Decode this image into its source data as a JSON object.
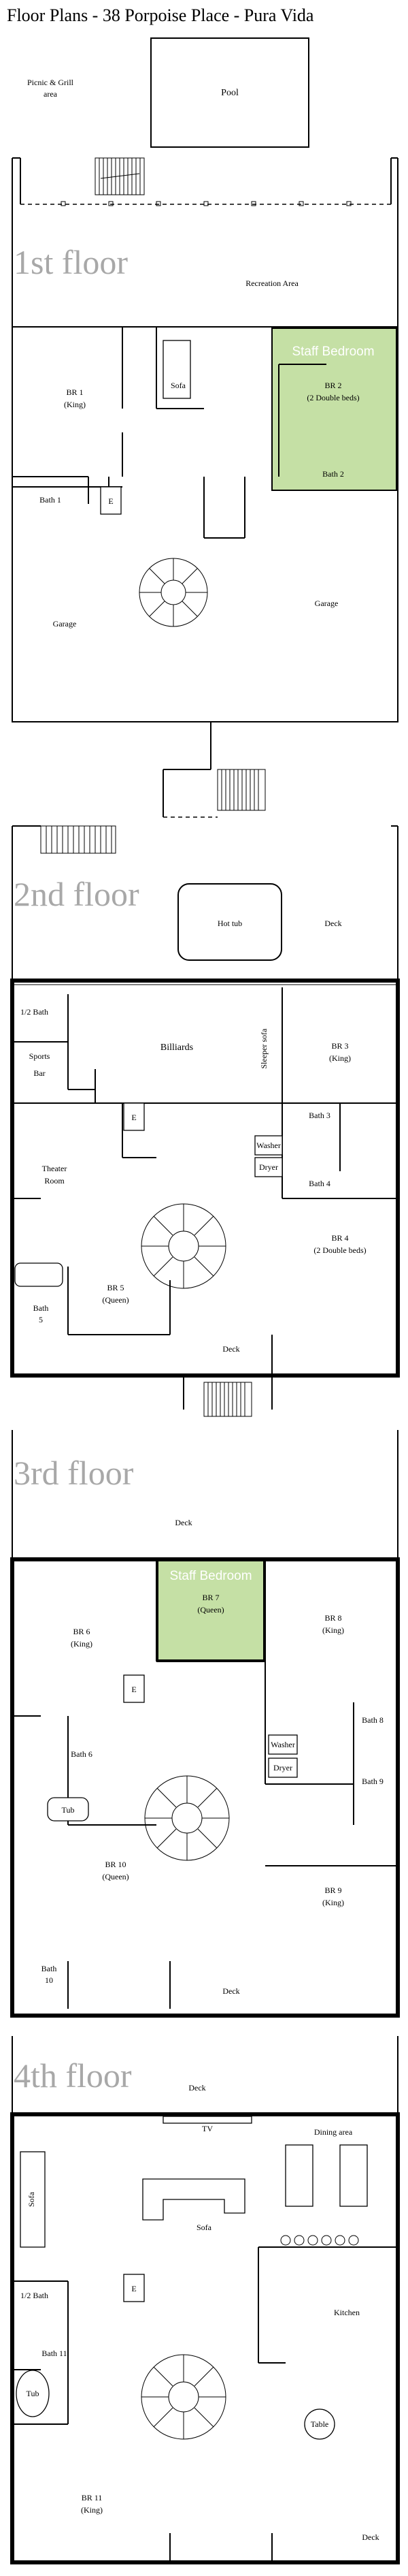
{
  "title": "Floor Plans - 38 Porpoise Place - Pura Vida",
  "colors": {
    "staff_room": "#c5e0a5",
    "floor_label": "#a8a8a8",
    "wall": "#000000"
  },
  "icons": {
    "spiral_stair": "spiral-staircase-icon",
    "straight_stair": "straight-staircase-icon"
  },
  "site": {
    "picnic": "Picnic & Grill",
    "picnic_2": "area",
    "pool": "Pool"
  },
  "floor1": {
    "label": "1st floor",
    "recreation": "Recreation Area",
    "staff": "Staff Bedroom",
    "br1": "BR 1",
    "br1_bed": "(King)",
    "sofa": "Sofa",
    "br2": "BR 2",
    "br2_bed": "(2 Double beds)",
    "bath1": "Bath 1",
    "bath2": "Bath 2",
    "elevator": "E",
    "garage_left": "Garage",
    "garage_right": "Garage"
  },
  "floor2": {
    "label": "2nd floor",
    "hottub": "Hot tub",
    "deck_top": "Deck",
    "half_bath": "1/2 Bath",
    "billiards": "Billiards",
    "sleeper": "Sleeper sofa",
    "sports": "Sports",
    "bar": "Bar",
    "br3": "BR 3",
    "br3_bed": "(King)",
    "elevator": "E",
    "theater": "Theater",
    "theater_2": "Room",
    "washer": "Washer",
    "dryer": "Dryer",
    "bath3": "Bath 3",
    "bath4": "Bath 4",
    "br4": "BR 4",
    "br4_bed": "(2 Double beds)",
    "br5": "BR 5",
    "br5_bed": "(Queen)",
    "bath5": "Bath",
    "bath5_n": "5",
    "deck_bottom": "Deck"
  },
  "floor3": {
    "label": "3rd floor",
    "deck_top": "Deck",
    "staff": "Staff Bedroom",
    "br6": "BR 6",
    "br6_bed": "(King)",
    "br7": "BR 7",
    "br7_bed": "(Queen)",
    "br8": "BR 8",
    "br8_bed": "(King)",
    "elevator": "E",
    "washer": "Washer",
    "dryer": "Dryer",
    "bath8": "Bath 8",
    "bath6": "Bath 6",
    "bath9": "Bath 9",
    "tub": "Tub",
    "br10": "BR 10",
    "br10_bed": "(Queen)",
    "br9": "BR 9",
    "br9_bed": "(King)",
    "bath10": "Bath",
    "bath10_n": "10",
    "deck_bottom": "Deck"
  },
  "floor4": {
    "label": "4th floor",
    "deck_top": "Deck",
    "tv": "TV",
    "dining": "Dining area",
    "sofa_left": "Sofa",
    "sofa_mid": "Sofa",
    "half_bath": "1/2 Bath",
    "bath11": "Bath 11",
    "elevator": "E",
    "kitchen": "Kitchen",
    "tub": "Tub",
    "table": "Table",
    "br11": "BR 11",
    "br11_bed": "(King)",
    "deck_bottom": "Deck"
  }
}
